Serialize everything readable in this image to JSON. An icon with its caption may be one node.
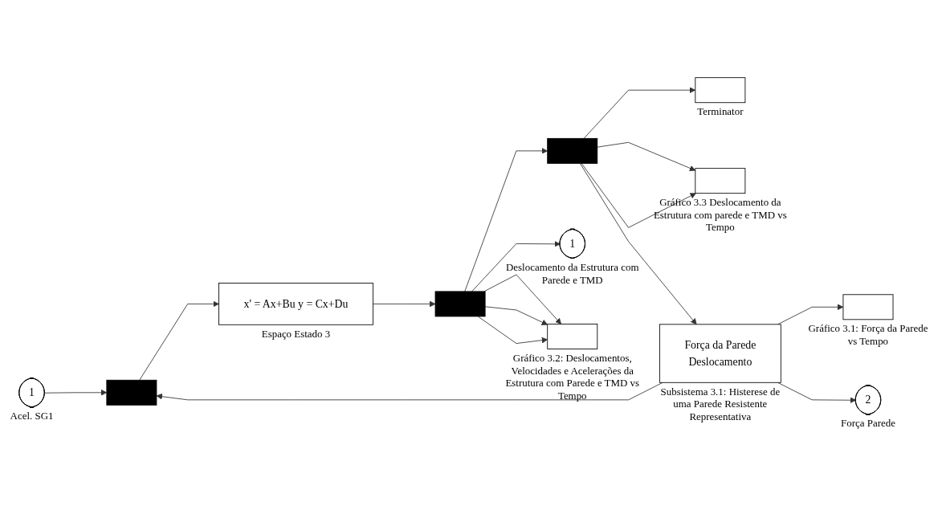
{
  "diagram": {
    "nodes": [
      {
        "text": [
          "1"
        ],
        "beside": [
          "Acel. SG1"
        ]
      },
      {
        "text": [],
        "shape": "bar"
      },
      {
        "text": [
          "x' = Ax+Bu y = Cx+Du"
        ],
        "beside": [
          "Espaço Estado 3"
        ]
      },
      {
        "text": [],
        "shape": "bar"
      },
      {
        "text": [],
        "shape": "bar"
      },
      {
        "text": [
          "1"
        ],
        "beside": [
          "Deslocamento da Estrutura com Parede e TMD"
        ]
      },
      {
        "text": [],
        "shape": "box",
        "beside": [
          "Terminator"
        ]
      },
      {
        "text": [],
        "shape": "box",
        "beside": [
          "Gráfico 3.2: Deslocamentos, Velocidades e Acelerações da Estrutura com Parede e TMD vs Tempo"
        ]
      },
      {
        "text": [],
        "shape": "box",
        "beside": [
          "Gráfico 3.3 Deslocamento da Estrutura com parede e TMD vs Tempo"
        ]
      },
      {
        "text": [],
        "shape": "box",
        "beside": [
          "Gráfico 3.1: Força da Parede vs Tempo"
        ]
      },
      {
        "text": [
          "Força da Parede",
          "Deslocamento"
        ],
        "beside": [
          "Subsistema 3.1: Histerese de uma Parede Resistente Representativa"
        ]
      },
      {
        "text": [
          "2"
        ],
        "beside": [
          "Força Parede"
        ]
      }
    ],
    "edges": [
      {
        "from": 0,
        "to": 1,
        "arrow": "to"
      },
      {
        "from": 1,
        "to": 2,
        "arrow": "to"
      },
      {
        "from": 2,
        "to": 3,
        "arrow": "to"
      },
      {
        "from": 3,
        "to": 5,
        "arrow": "to"
      },
      {
        "from": 3,
        "to": 4,
        "arrow": "to"
      },
      {
        "from": 3,
        "to": 7,
        "arrow": "to"
      },
      {
        "from": 3,
        "to": 7,
        "arrow": "to"
      },
      {
        "from": 3,
        "to": 7,
        "arrow": "to"
      },
      {
        "from": 4,
        "to": 8,
        "arrow": "to"
      },
      {
        "from": 4,
        "to": 10,
        "arrow": "to"
      },
      {
        "from": 4,
        "to": 6,
        "arrow": "to"
      },
      {
        "from": 4,
        "to": 8,
        "arrow": "to"
      },
      {
        "from": 10,
        "to": 1,
        "arrow": "to"
      },
      {
        "from": 10,
        "to": 9,
        "arrow": "to"
      },
      {
        "from": 10,
        "to": 11,
        "arrow": "to"
      }
    ]
  }
}
